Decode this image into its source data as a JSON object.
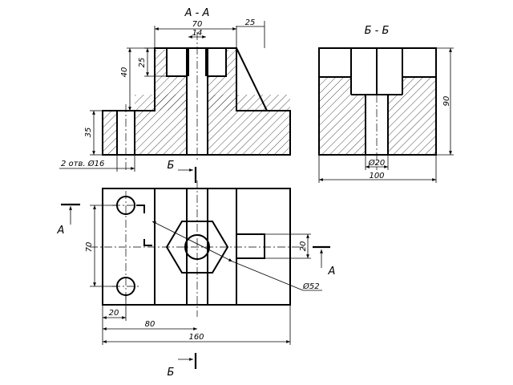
{
  "sections": {
    "aa_title": "А - А",
    "bb_title": "Б - Б",
    "cut_a_top": "А",
    "cut_a_bottom": "А",
    "cut_b_top": "Б",
    "cut_b_bottom": "Б"
  },
  "dimensions": {
    "d70_top": "70",
    "d25_top": "25",
    "d14": "14",
    "d25_left": "25",
    "d40": "40",
    "d35": "35",
    "holes": "2 отв. Ø16",
    "d90": "90",
    "d20_bb": "Ø20",
    "d100": "100",
    "d70_left": "70",
    "d20_right": "20",
    "d52": "Ø52",
    "d20_bottom": "20",
    "d80": "80",
    "d160": "160"
  }
}
